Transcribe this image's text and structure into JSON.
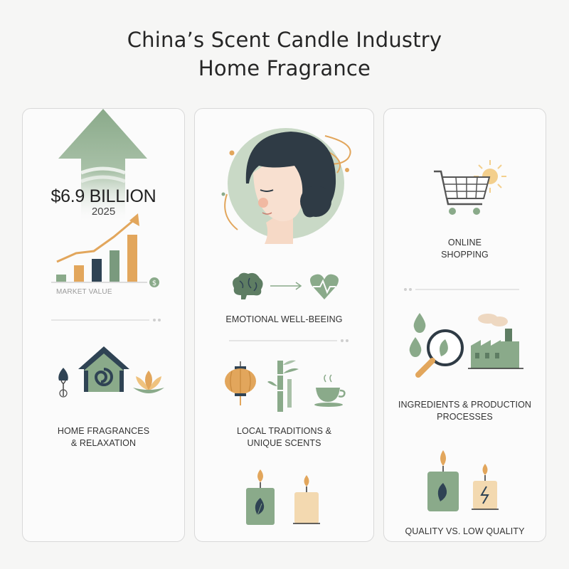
{
  "title": {
    "line1": "China’s Scent Candle Industry",
    "line2": "Home Fragrance"
  },
  "colors": {
    "sage": "#8aaa8a",
    "sage_dark": "#5e7d63",
    "orange": "#e2a65c",
    "navy": "#2f4354",
    "background": "#f6f6f5"
  },
  "column1": {
    "value": "$6.9 BILLION",
    "year": "2025",
    "chart_label": "MARKET VALUE",
    "caption_line1": "HOME FRAGRANCES",
    "caption_line2": "& RELAXATION",
    "icons": [
      "arrow-up-icon",
      "bar-chart-icon",
      "dollar-coin-icon",
      "incense-icon",
      "house-icon",
      "lotus-icon"
    ]
  },
  "column2": {
    "caption1": "EMOTIONAL WELL-BEEING",
    "caption2_line1": "LOCAL TRADITIONS &",
    "caption2_line2": "UNIQUE SCENTS",
    "icons": [
      "woman-face-icon",
      "brain-icon",
      "heart-icon",
      "lantern-icon",
      "bamboo-icon",
      "teacup-icon",
      "candle-icon"
    ]
  },
  "column3": {
    "caption1_line1": "ONLINE",
    "caption1_line2": "SHOPPING",
    "caption2_line1": "INGREDIENTS & PRODUCTION",
    "caption2_line2": "PROCESSES",
    "caption3": "QUALITY VS. LOW QUALITY",
    "icons": [
      "shopping-cart-icon",
      "sun-icon",
      "droplets-icon",
      "magnifier-icon",
      "factory-icon",
      "candle-icon"
    ]
  }
}
